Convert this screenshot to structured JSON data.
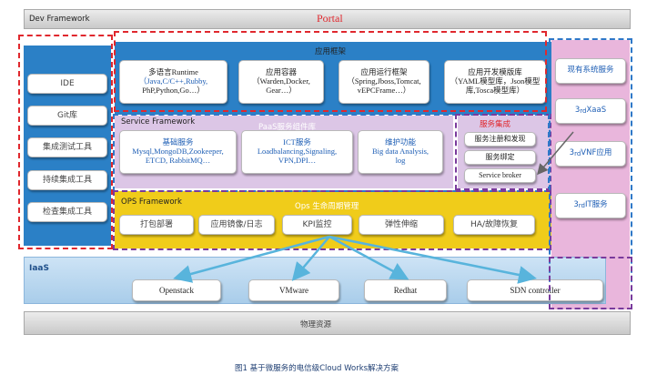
{
  "header": {
    "dev_framework": "Dev Framework",
    "portal": "Portal"
  },
  "left_tools": [
    "IDE",
    "Git库",
    "集成测试工具",
    "持续集成工具",
    "检查集成工具"
  ],
  "app_framework": {
    "title": "应用框架",
    "items": [
      {
        "line1": "多语言Runtime",
        "line2": "（Java,C/C++,Rubby,",
        "line3": "PhP,Python,Go…）"
      },
      {
        "line1": "应用容器",
        "line2": "（Warden,Docker,",
        "line3": "Gear…）"
      },
      {
        "line1": "应用运行框架",
        "line2": "（Spring,Jboss,Tomcat,",
        "line3": "vEPCFrame…）"
      },
      {
        "line1": "应用开发模版库",
        "line2": "（YAML模型库，Json模型",
        "line3": "库,Tosca模型库）"
      }
    ]
  },
  "service_framework": {
    "label": "Service Framework",
    "title": "PaaS服务组件库",
    "items": [
      {
        "title": "基础服务",
        "body": "Mysql,MongoDB,Zookeeper,",
        "body2": "ETCD, RabbitMQ…"
      },
      {
        "title": "ICT服务",
        "body": "Loadbalancing,Signaling,",
        "body2": "VPN,DPI…"
      },
      {
        "title": "维护功能",
        "body": "Big data Analysis,",
        "body2": "log"
      }
    ]
  },
  "service_integration": {
    "title": "服务集成",
    "items": [
      "服务注册和发现",
      "服务绑定",
      "Service broker"
    ]
  },
  "ops_framework": {
    "label": "OPS Framework",
    "title": "Ops 生命周期管理",
    "items": [
      "打包部署",
      "应用镜像/日志",
      "KPI监控",
      "弹性伸缩",
      "HA/故障恢复"
    ]
  },
  "right_column": [
    {
      "text": "现有系统服务"
    },
    {
      "pre": "3",
      "sup": "rd",
      "post": "XaaS"
    },
    {
      "pre": "3",
      "sup": "rd",
      "post": " VNF应用"
    },
    {
      "pre": "3",
      "sup": "rd",
      "post": "IT服务"
    }
  ],
  "iaas": {
    "label": "IaaS",
    "items": [
      "Openstack",
      "VMware",
      "Redhat",
      "SDN controller"
    ]
  },
  "physical": "物理资源",
  "caption": "图1  基于微服务的电信级Cloud Works解决方案",
  "colors": {
    "blue_panel": "#2b80c6",
    "yellow_panel": "#f0cc1a",
    "lavender_panel": "#dcc6e6",
    "pink_panel": "#e9b6dc",
    "red_dash": "#e0282e",
    "blue_dash": "#2f78c8",
    "purple_dash": "#7a3a9c",
    "arrow": "#58b4dc"
  }
}
